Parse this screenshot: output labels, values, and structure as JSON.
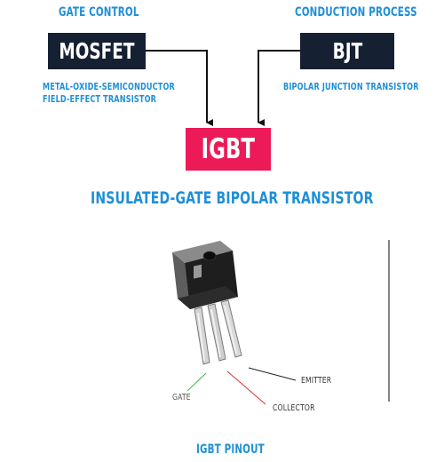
{
  "headers": {
    "gate_control": "GATE CONTROL",
    "conduction_process": "CONDUCTION PROCESS"
  },
  "boxes": {
    "mosfet": "MOSFET",
    "bjt": "BJT",
    "igbt": "IGBT"
  },
  "descriptions": {
    "mosfet_line1": "METAL-OXIDE-SEMICONDUCTOR",
    "mosfet_line2": "FIELD-EFFECT TRANSISTOR",
    "bjt": "BIPOLAR JUNCTION TRANSISTOR"
  },
  "title": "INSULATED-GATE BIPOLAR TRANSISTOR",
  "pinout": {
    "gate": "GATE",
    "collector": "COLLECTOR",
    "emitter": "EMITTER",
    "caption": "IGBT PINOUT"
  },
  "colors": {
    "accent_blue": "#1f8fd6",
    "box_dark": "#152032",
    "igbt_pink": "#ec1a57",
    "gate_line": "#3fb54a",
    "collector_line": "#e03030",
    "emitter_line": "#222222"
  }
}
